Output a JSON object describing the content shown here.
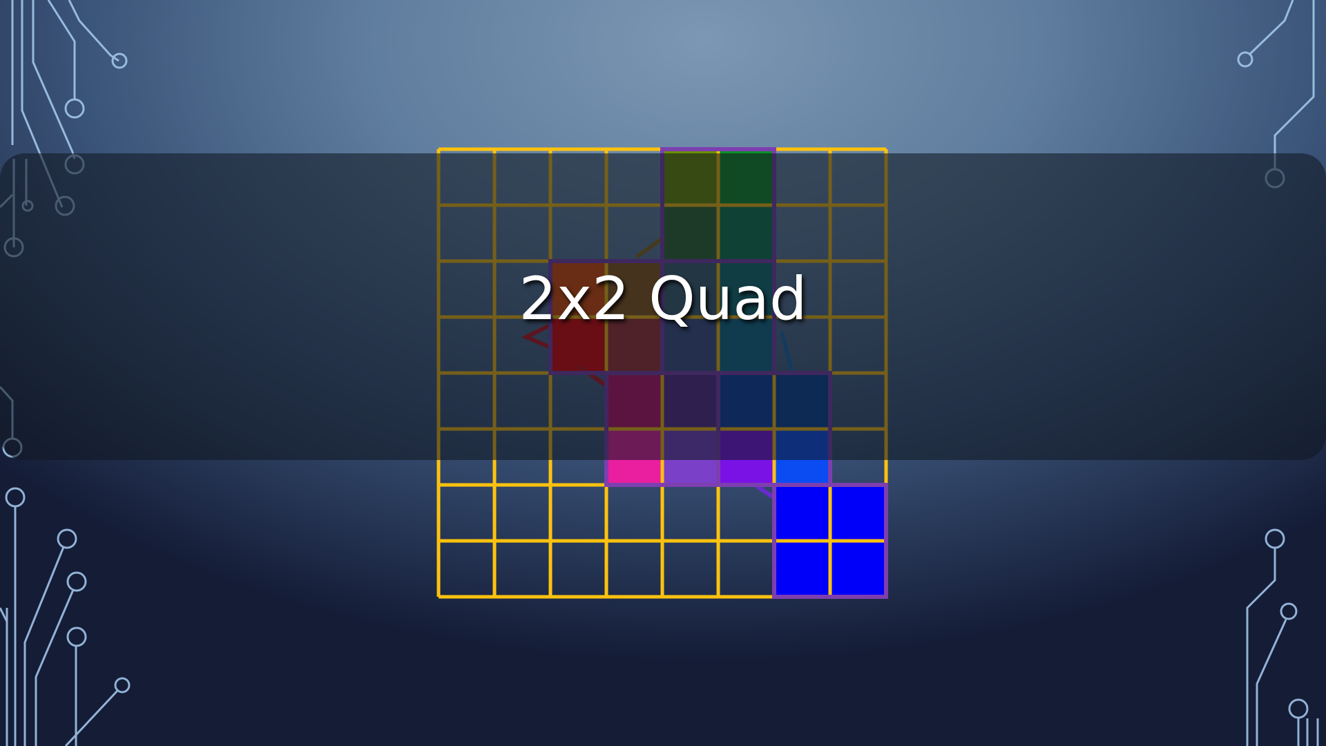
{
  "slide": {
    "title": "2x2 Quad"
  },
  "colors": {
    "grid_line": "#ffc20e",
    "quad_border": "#7d3fb0",
    "overlay_band": "#111822",
    "circuit_line": "#9fc4ee",
    "path_line": "#c0121b"
  },
  "grid": {
    "columns": 8,
    "rows": 8
  },
  "quads": [
    {
      "name": "quad-green",
      "cells": [
        "#6b8f00",
        "#0c8f2a",
        "#2e6a31",
        "#0e7a4e"
      ]
    },
    {
      "name": "quad-orange-red",
      "cells": [
        "#e04a00",
        "#8f5a1a",
        "#e00000",
        "#a23030"
      ]
    },
    {
      "name": "quad-teal",
      "cells": [
        "#3d5f72",
        "#0f6f74",
        "#3d4f86",
        "#106c8c"
      ]
    },
    {
      "name": "quad-magenta",
      "cells": [
        "#c0106a",
        "#5a2a8c",
        "#e91fa0",
        "#7a40c8"
      ]
    },
    {
      "name": "quad-purple-blue",
      "cells": [
        "#0a3ea8",
        "#06449a",
        "#7a12e6",
        "#0a4cf2"
      ]
    },
    {
      "name": "quad-blue",
      "cells": [
        "#0000fa",
        "#0000fa",
        "#0000fa",
        "#0000fa"
      ]
    }
  ]
}
